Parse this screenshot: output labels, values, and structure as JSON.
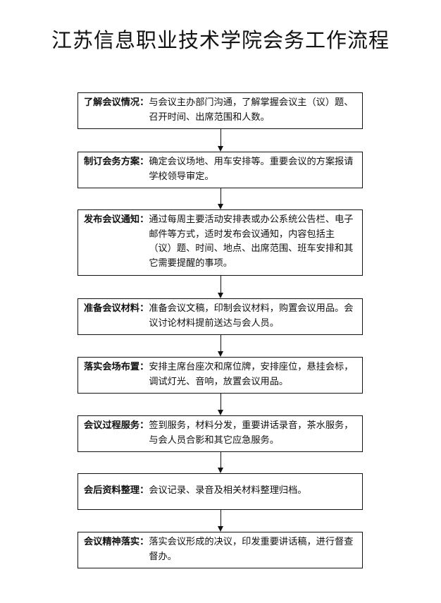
{
  "title": "江苏信息职业技术学院会务工作流程",
  "steps": [
    {
      "label": "了解会议情况：",
      "text": "与会议主办部门沟通，了解掌握会议主（议）题、召开时间、出席范围和人数。"
    },
    {
      "label": "制订会务方案：",
      "text": "确定会议场地、用车安排等。重要会议的方案报请学校领导审定。"
    },
    {
      "label": "发布会议通知：",
      "text": "通过每周主要活动安排表或办公系统公告栏、电子邮件等方式，适时发布会议通知，内容包括主（议）题、时间、地点、出席范围、班车安排和其它需要提醒的事项。"
    },
    {
      "label": "准备会议材料：",
      "text": "准备会议文稿，印制会议材料，购置会议用品。会议讨论材料提前送达与会人员。"
    },
    {
      "label": "落实会场布置：",
      "text": "安排主席台座次和席位牌，安排座位，悬挂会标，调试灯光、音响，放置会议用品。"
    },
    {
      "label": "会议过程服务：",
      "text": "签到服务，材料分发，重要讲话录音，茶水服务，与会人员合影和其它应急服务。"
    },
    {
      "label": "会后资料整理：",
      "text": "会议记录、录音及相关材料整理归档。"
    },
    {
      "label": "会议精神落实：",
      "text": "落实会议形成的决议，印发重要讲话稿，进行督查督办。"
    }
  ]
}
